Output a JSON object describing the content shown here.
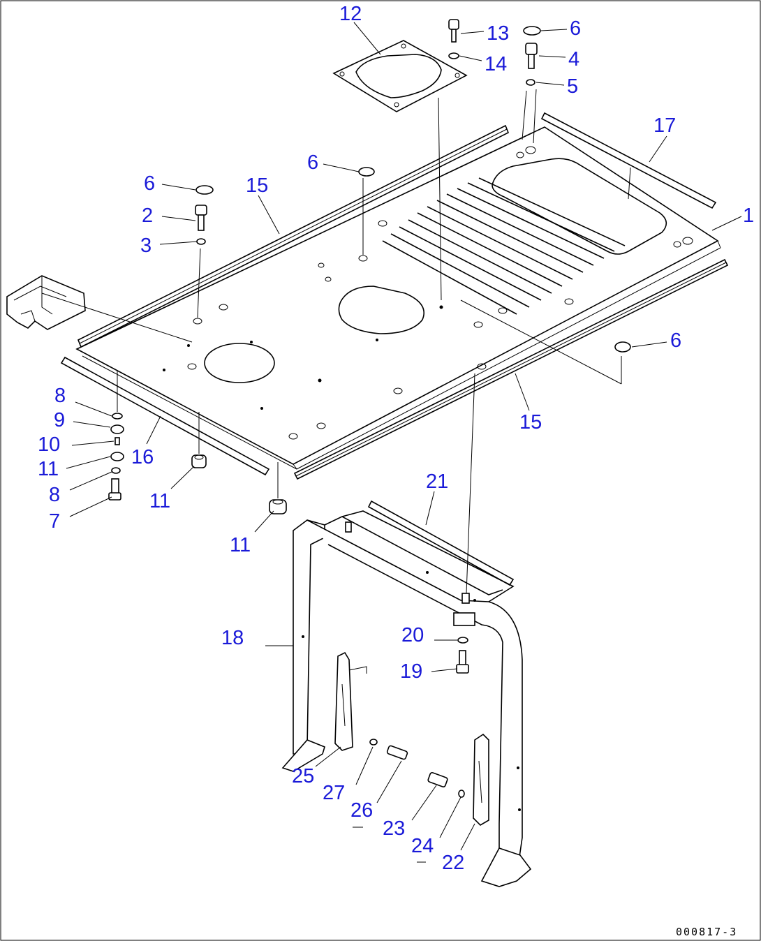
{
  "callouts": [
    {
      "id": "c12",
      "text": "12"
    },
    {
      "id": "c13",
      "text": "13"
    },
    {
      "id": "c6a",
      "text": "6"
    },
    {
      "id": "c14",
      "text": "14"
    },
    {
      "id": "c4",
      "text": "4"
    },
    {
      "id": "c5",
      "text": "5"
    },
    {
      "id": "c17",
      "text": "17"
    },
    {
      "id": "c6b",
      "text": "6"
    },
    {
      "id": "c6c",
      "text": "6"
    },
    {
      "id": "c15a",
      "text": "15"
    },
    {
      "id": "c1",
      "text": "1"
    },
    {
      "id": "c2",
      "text": "2"
    },
    {
      "id": "c3",
      "text": "3"
    },
    {
      "id": "c6d",
      "text": "6"
    },
    {
      "id": "c15b",
      "text": "15"
    },
    {
      "id": "c8a",
      "text": "8"
    },
    {
      "id": "c9",
      "text": "9"
    },
    {
      "id": "c10",
      "text": "10"
    },
    {
      "id": "c16",
      "text": "16"
    },
    {
      "id": "c11a",
      "text": "11"
    },
    {
      "id": "c8b",
      "text": "8"
    },
    {
      "id": "c11b",
      "text": "11"
    },
    {
      "id": "c7",
      "text": "7"
    },
    {
      "id": "c11c",
      "text": "11"
    },
    {
      "id": "c21",
      "text": "21"
    },
    {
      "id": "c18",
      "text": "18"
    },
    {
      "id": "c20",
      "text": "20"
    },
    {
      "id": "c19",
      "text": "19"
    },
    {
      "id": "c25",
      "text": "25"
    },
    {
      "id": "c27",
      "text": "27"
    },
    {
      "id": "c26",
      "text": "26"
    },
    {
      "id": "c23",
      "text": "23"
    },
    {
      "id": "c24",
      "text": "24"
    },
    {
      "id": "c22",
      "text": "22"
    }
  ],
  "drawing_code": "000817-3",
  "colors": {
    "callout": "#1a1ad8",
    "line": "#000000",
    "background": "#ffffff"
  }
}
